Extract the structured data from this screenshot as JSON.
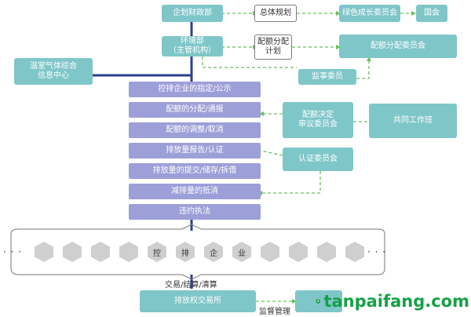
{
  "nodes": {
    "finance_ministry": "企划财政部",
    "env_ministry": "环境部\n（主管机构）",
    "ghg_center": "温室气体综合\n信息中心",
    "green_growth": "绿色成长委员会",
    "national_assembly": "国会",
    "allocation_committee": "配额分配委员会",
    "overall_plan": "总体规划",
    "allocation_plan": "配额分配\n计划",
    "audit_committee": "监事委员",
    "allocation_review": "配额决定\n审议委员会",
    "joint_team": "共同工作班",
    "certification_committee": "认证委员会",
    "exchange": "排放权交易所",
    "supervision": "监督管理",
    "trade_settle": "交易/结算/清算"
  },
  "process_steps": [
    "控排企业的指定/公示",
    "配额的分配/通报",
    "配额的调整/取消",
    "排放量报告/认证",
    "排放量的提交/储存/拆借",
    "减排量的抵消",
    "违约执法"
  ],
  "hex_labels": [
    "",
    "",
    "",
    "",
    "控",
    "排",
    "企",
    "业",
    "",
    "",
    "",
    ""
  ],
  "ellipsis": "· · ·",
  "watermark": {
    "text": "tanpaifang.com",
    "icon_char": "n",
    "brand_color": "#16a045"
  },
  "colors": {
    "teal": "#7fc6c9",
    "purple": "#9d9fd8",
    "green_dash": "#6bbf5f",
    "blue_line": "#2d3f8f"
  }
}
